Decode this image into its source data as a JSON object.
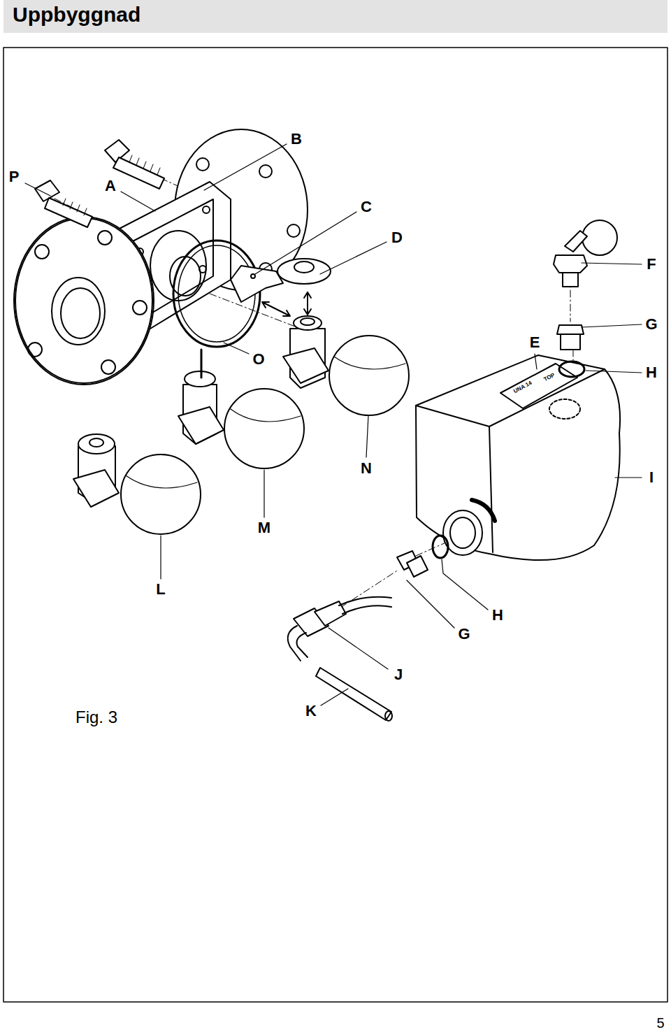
{
  "diagram": {
    "title": "Uppbyggnad",
    "caption": "Fig. 3",
    "labels": [
      "P",
      "A",
      "B",
      "C",
      "D",
      "F",
      "G",
      "E",
      "H",
      "O",
      "N",
      "UNA 14",
      "TOP",
      "I",
      "M",
      "L",
      "H",
      "G",
      "J",
      "K",
      "5"
    ]
  }
}
